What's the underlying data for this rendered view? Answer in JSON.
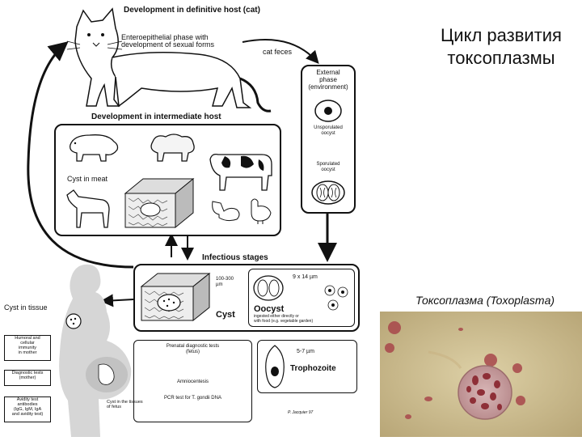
{
  "slide": {
    "title_line1": "Цикл развития",
    "title_line2": "токсоплазмы",
    "photo_caption": "Токсоплазма (Toxoplasma)"
  },
  "diagram": {
    "definitive_host": "Development in definitive host (cat)",
    "enteroepithelial_line1": "Enteroepithelial phase with",
    "enteroepithelial_line2": "development of sexual forms",
    "cat_feces": "cat feces",
    "external_phase_line1": "External",
    "external_phase_line2": "phase",
    "external_phase_line3": "(environment)",
    "unsporulated_line1": "Unsporulated",
    "unsporulated_line2": "oocyst",
    "sporulated_line1": "Sporulated",
    "sporulated_line2": "oocyst",
    "intermediate_host": "Development in intermediate host",
    "cyst_in_meat": "Cyst in meat",
    "infectious_stages": "Infectious stages",
    "cyst_size_line1": "100-300",
    "cyst_size_line2": "µm",
    "cyst": "Cyst",
    "oocyst_size": "9 x 14 µm",
    "oocyst": "Oocyst",
    "oocyst_note_line1": "ingested either directly or",
    "oocyst_note_line2": "with food (e.g. vegetable garden)",
    "trophozoite_size": "5-7 µm",
    "trophozoite": "Trophozoite",
    "cyst_in_tissue": "Cyst in tissue",
    "humoral_line1": "Humoral and",
    "humoral_line2": "cellular",
    "humoral_line3": "immunity",
    "humoral_line4": "in mother",
    "diagnostic_line1": "Diagnostic tests",
    "diagnostic_line2": "(mother)",
    "avidity_line1": "Avidity test",
    "avidity_line2": "antibodies",
    "avidity_line3": "(IgG, IgM, IgA",
    "avidity_line4": "and avidity test)",
    "prenatal_line1": "Prenatal diagnostic tests",
    "prenatal_line2": "(fetus)",
    "amniocentesis": "Amniocentesis",
    "pcr": "PCR test for T. gondii DNA",
    "fetus_line1": "Cyst in the tissues",
    "fetus_line2": "of fetus",
    "credit": "P. Jacquier 97"
  },
  "colors": {
    "ink": "#111111",
    "photo_bg": "#c9b98b",
    "stain": "#a8474b"
  },
  "icons": [
    "cat",
    "pig",
    "sheep",
    "cow",
    "horse",
    "rabbit",
    "chicken",
    "pregnant-woman"
  ]
}
